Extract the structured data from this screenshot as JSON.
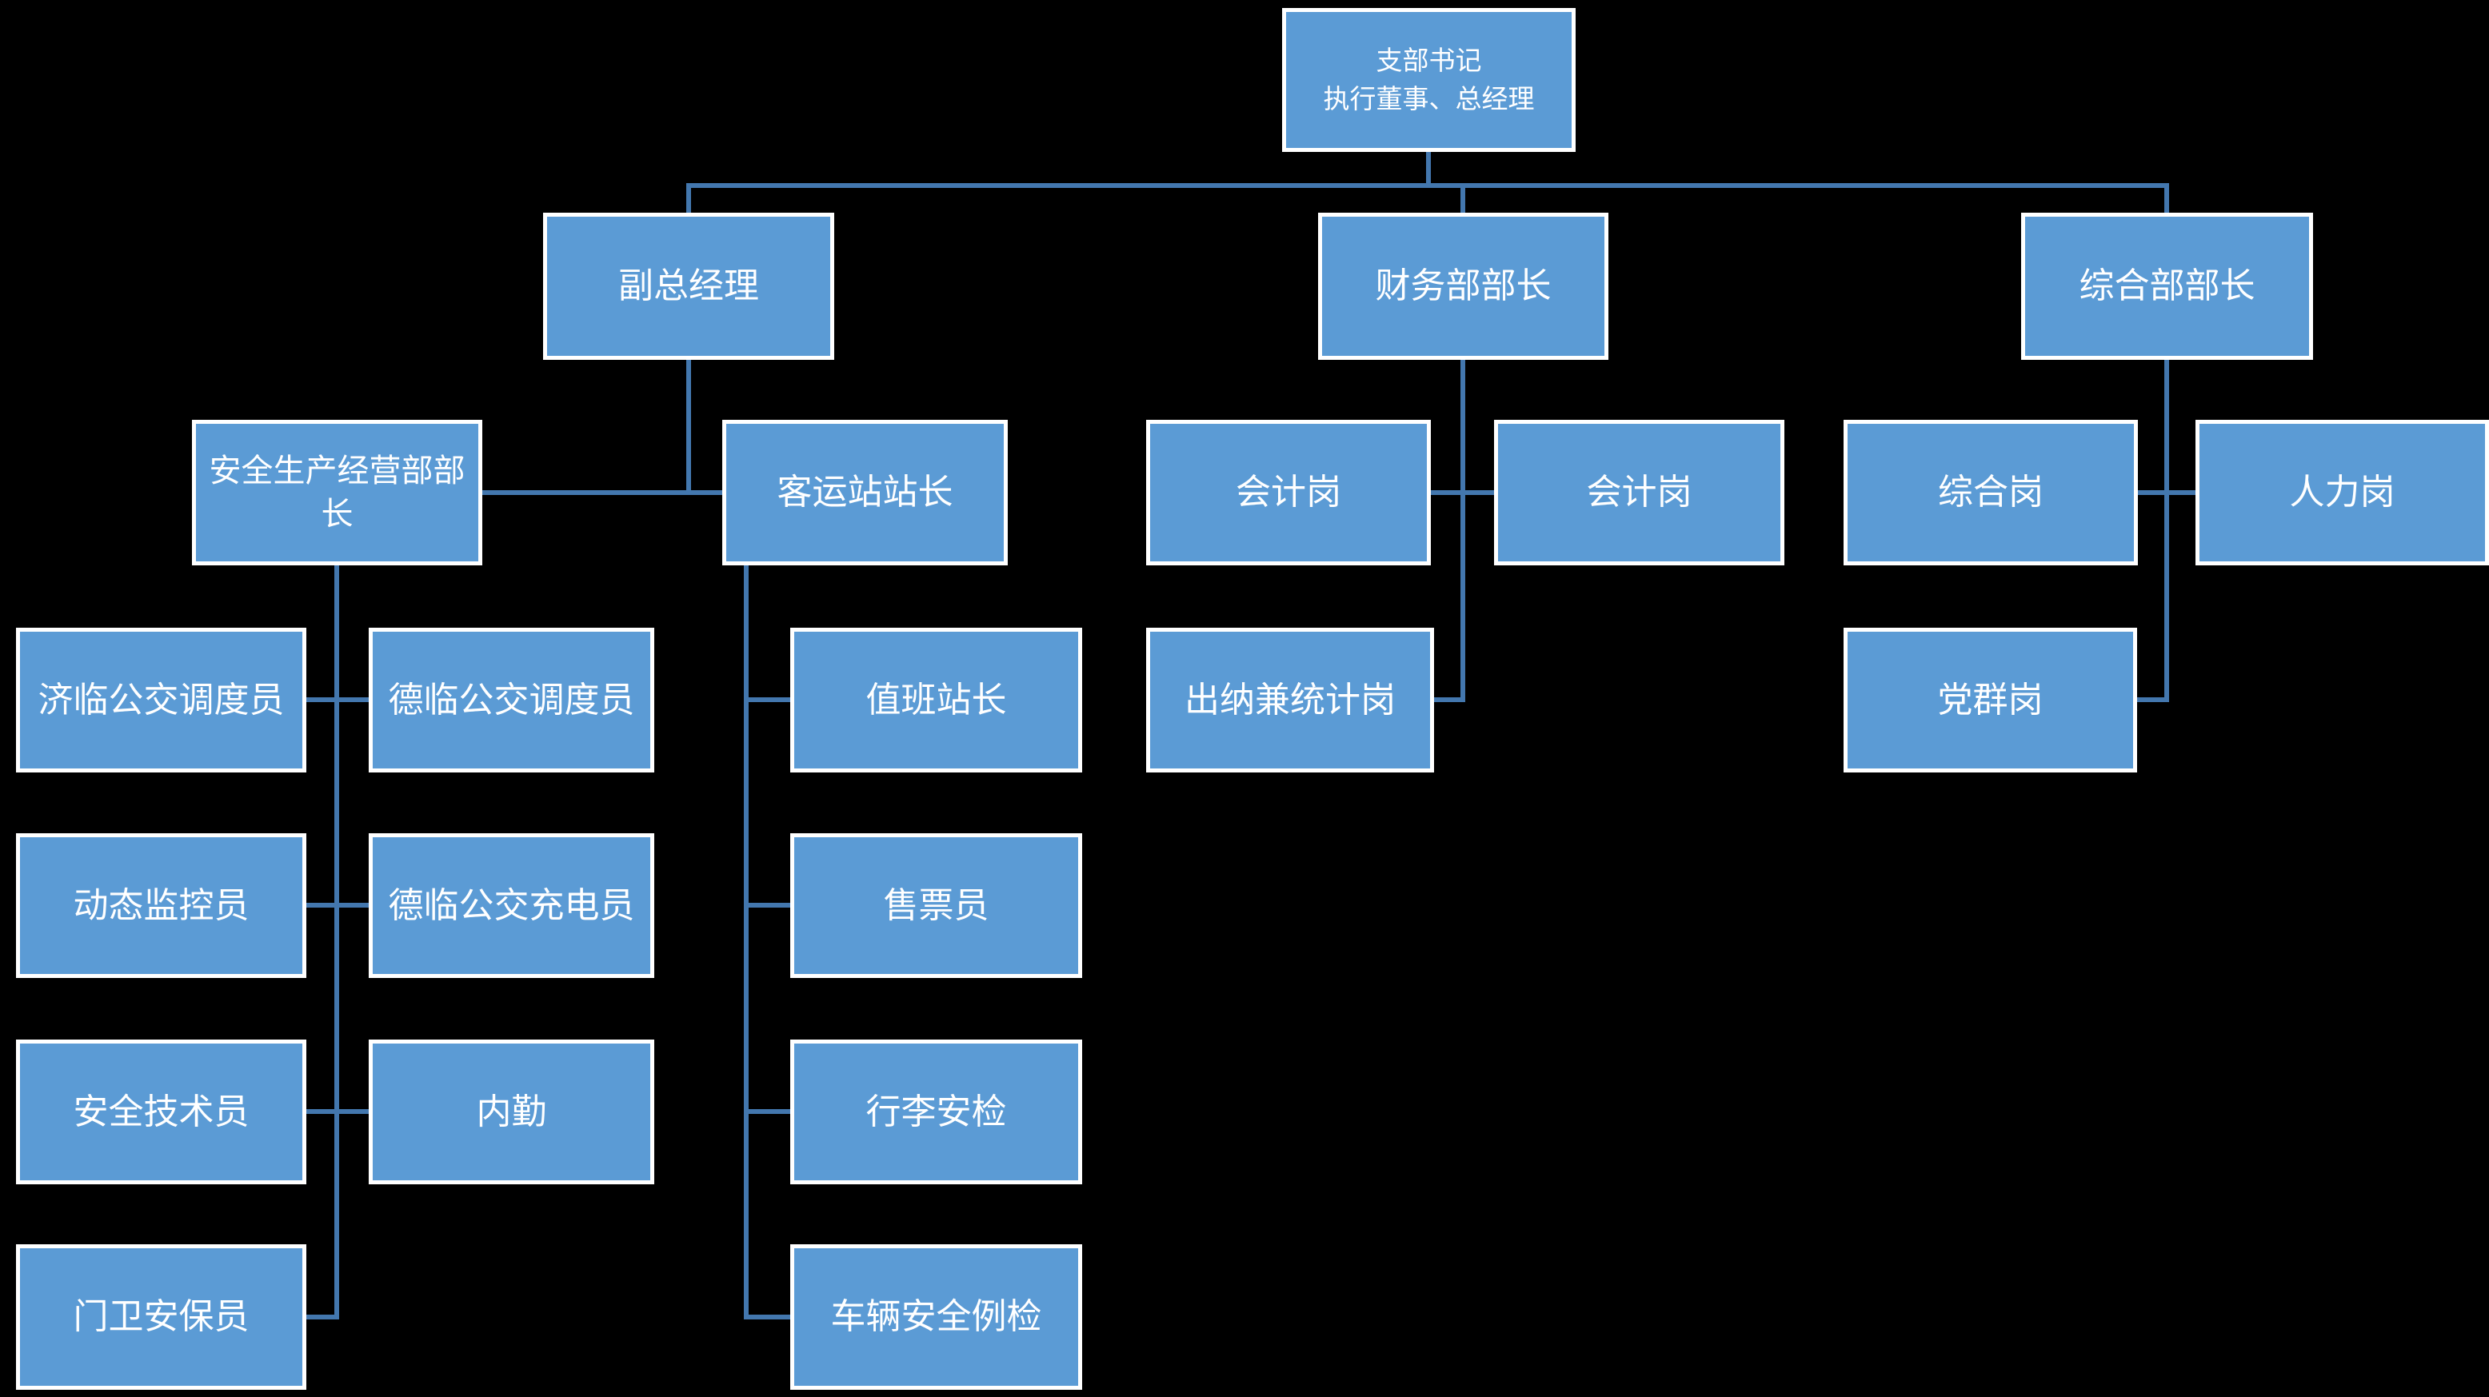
{
  "diagram_type": "org-chart",
  "colors": {
    "background": "#000000",
    "box_fill": "#5B9BD5",
    "box_border": "#FFFFFF",
    "connector": "#4377AE",
    "text": "#FFFFFF"
  },
  "nodes": [
    {
      "id": "root",
      "label": "支部书记",
      "label2": "执行董事、总经理",
      "parent": null
    },
    {
      "id": "vice-gm",
      "label": "副总经理",
      "parent": "root"
    },
    {
      "id": "finance-head",
      "label": "财务部部长",
      "parent": "root"
    },
    {
      "id": "general-head",
      "label": "综合部部长",
      "parent": "root"
    },
    {
      "id": "safety-head",
      "label": "安全生产经营部部长",
      "parent": "vice-gm"
    },
    {
      "id": "station-head",
      "label": "客运站站长",
      "parent": "vice-gm"
    },
    {
      "id": "accounting-1",
      "label": "会计岗",
      "parent": "finance-head"
    },
    {
      "id": "accounting-2",
      "label": "会计岗",
      "parent": "finance-head"
    },
    {
      "id": "general-post",
      "label": "综合岗",
      "parent": "general-head"
    },
    {
      "id": "hr-post",
      "label": "人力岗",
      "parent": "general-head"
    },
    {
      "id": "jilin-dispatcher",
      "label": "济临公交调度员",
      "parent": "safety-head"
    },
    {
      "id": "delin-dispatcher",
      "label": "德临公交调度员",
      "parent": "safety-head"
    },
    {
      "id": "duty-station-master",
      "label": "值班站长",
      "parent": "station-head"
    },
    {
      "id": "cashier-statistics",
      "label": "出纳兼统计岗",
      "parent": "finance-head"
    },
    {
      "id": "party-post",
      "label": "党群岗",
      "parent": "general-head"
    },
    {
      "id": "dynamic-monitor",
      "label": "动态监控员",
      "parent": "safety-head"
    },
    {
      "id": "delin-charger",
      "label": "德临公交充电员",
      "parent": "safety-head"
    },
    {
      "id": "ticket-seller",
      "label": "售票员",
      "parent": "station-head"
    },
    {
      "id": "safety-technician",
      "label": "安全技术员",
      "parent": "safety-head"
    },
    {
      "id": "office-clerk",
      "label": "内勤",
      "parent": "safety-head"
    },
    {
      "id": "baggage-security",
      "label": "行李安检",
      "parent": "station-head"
    },
    {
      "id": "gate-guard",
      "label": "门卫安保员",
      "parent": "safety-head"
    },
    {
      "id": "vehicle-safety-check",
      "label": "车辆安全例检",
      "parent": "station-head"
    }
  ]
}
